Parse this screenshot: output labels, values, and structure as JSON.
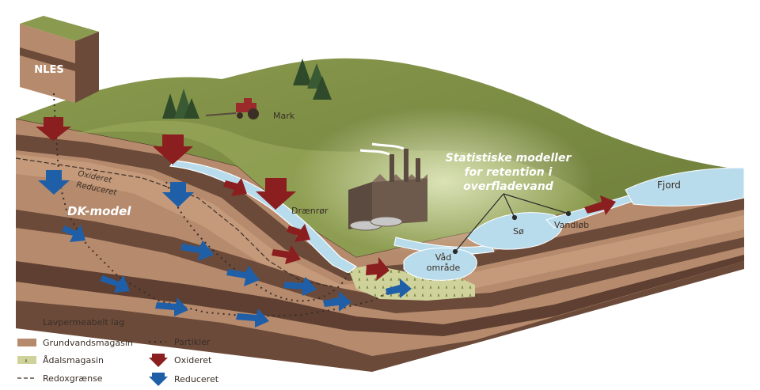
{
  "labels": {
    "nles": "NLES",
    "mark": "Mark",
    "oxideret_line": "Oxideret",
    "reduceret_line": "Reduceret",
    "dk_model": "DK-model",
    "draenroer": "Drænrør",
    "stat_line1": "Statistiske modeller",
    "stat_line2": "for retention i",
    "stat_line3": "overfladevand",
    "fjord": "Fjord",
    "soe": "Sø",
    "vandloeb": "Vandløb",
    "vaad_line1": "Våd",
    "vaad_line2": "område"
  },
  "legend": {
    "lavpermeabelt": "Lavpermeabelt lag",
    "grundvand": "Grundvandsmagasin",
    "aadal": "Ådalsmagasin",
    "redox": "Redoxgrænse",
    "partikler": "Partikler",
    "oxideret": "Oxideret",
    "reduceret": "Reduceret"
  },
  "colors": {
    "oxidized_arrow": "#8b1e1e",
    "reduced_arrow": "#1f5fa8",
    "water": "#b9dcec",
    "grass": "#7d8f45",
    "soil_light": "#b68a6c",
    "soil_dark": "#6b4a3a"
  }
}
